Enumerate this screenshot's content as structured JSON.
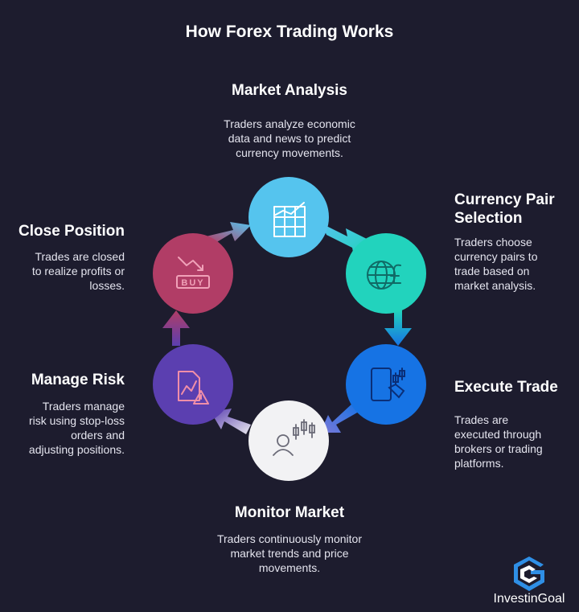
{
  "title": "How Forex Trading Works",
  "colors": {
    "background": "#1d1c2e",
    "step1": "#55c4ee",
    "step2": "#22d3bd",
    "step3": "#1673e4",
    "step4": "#f2f2f4",
    "step5": "#5b3fb0",
    "step6": "#b13d66"
  },
  "steps": [
    {
      "title": "Market Analysis",
      "desc": "Traders analyze economic\ndata and news to predict\ncurrency movements.",
      "icon": "chart-grid-icon",
      "color": "#55c4ee"
    },
    {
      "title": "Currency Pair\nSelection",
      "desc": "Traders choose\ncurrency pairs to\ntrade based on\nmarket analysis.",
      "icon": "globe-currency-icon",
      "color": "#22d3bd"
    },
    {
      "title": "Execute Trade",
      "desc": "Trades are\nexecuted through\nbrokers or trading\nplatforms.",
      "icon": "mobile-trading-icon",
      "color": "#1673e4"
    },
    {
      "title": "Monitor Market",
      "desc": "Traders continuously monitor\nmarket trends and price\nmovements.",
      "icon": "trader-candlestick-icon",
      "color": "#f2f2f4"
    },
    {
      "title": "Manage Risk",
      "desc": "Traders manage\nrisk using stop-loss\norders and\nadjusting positions.",
      "icon": "risk-warning-icon",
      "color": "#5b3fb0"
    },
    {
      "title": "Close Position",
      "desc": "Trades are closed\nto realize profits or\nlosses.",
      "icon": "buy-downtrend-icon",
      "icon_text": "BUY",
      "color": "#b13d66"
    }
  ],
  "logo": {
    "text": "InvestinGoal",
    "icon": "investingoal-logo-icon"
  }
}
